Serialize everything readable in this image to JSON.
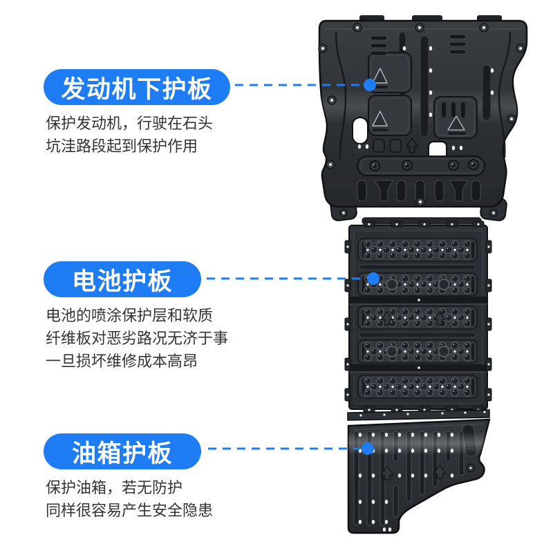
{
  "background": "#ffffff",
  "accent_color": "#1e7cf5",
  "text_color": "#333333",
  "callouts": [
    {
      "id": "engine",
      "label": "发动机下护板",
      "description_lines": [
        "保护发动机，行驶在石头",
        "坑洼路段起到保护作用"
      ]
    },
    {
      "id": "battery",
      "label": "电池护板",
      "description_lines": [
        "电池的喷涂保护层和软质",
        "纤维板对恶劣路况无济于事",
        "一旦损坏维修成本高昂"
      ]
    },
    {
      "id": "fuel-tank",
      "label": "油箱护板",
      "description_lines": [
        "保护油箱，若无防护",
        "同样很容易产生安全隐患"
      ]
    }
  ]
}
